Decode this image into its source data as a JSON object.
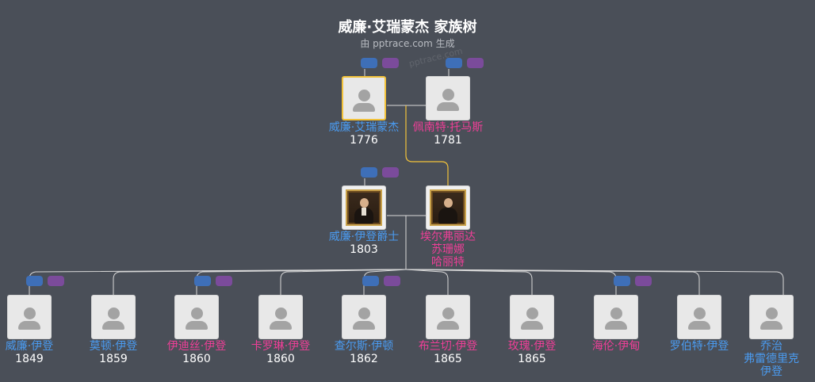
{
  "header": {
    "title": "威廉·艾瑞蒙杰 家族树",
    "subtitle": "由 pptrace.com 生成",
    "watermark": "pptrace.com"
  },
  "colors": {
    "background": "#4a4f58",
    "male": "#4a9bf0",
    "female": "#ee3f97",
    "selected_border": "#f2c23a",
    "line": "#d9d9d9",
    "couple_line": "#f2c23a",
    "badge_blue": "#3e6fb8",
    "badge_purple": "#7b4b9b"
  },
  "people": [
    {
      "id": "p1",
      "name": "威廉·艾瑞蒙杰",
      "year": "1776",
      "gender": "male",
      "photo": "placeholder",
      "selected": true
    },
    {
      "id": "p2",
      "name": "佩南特·托马斯",
      "year": "1781",
      "gender": "female",
      "photo": "placeholder",
      "selected": false
    },
    {
      "id": "p3",
      "name": "威廉·伊登爵士",
      "year": "1803",
      "gender": "male",
      "photo": "portrait",
      "selected": false
    },
    {
      "id": "p4",
      "name": "埃尔弗丽达\n苏珊娜\n哈丽特",
      "year": "",
      "gender": "female",
      "photo": "portrait",
      "selected": false
    },
    {
      "id": "c1",
      "name": "威廉·伊登",
      "year": "1849",
      "gender": "male",
      "photo": "placeholder",
      "selected": false
    },
    {
      "id": "c2",
      "name": "莫顿·伊登",
      "year": "1859",
      "gender": "male",
      "photo": "placeholder",
      "selected": false
    },
    {
      "id": "c3",
      "name": "伊迪丝·伊登",
      "year": "1860",
      "gender": "female",
      "photo": "placeholder",
      "selected": false
    },
    {
      "id": "c4",
      "name": "卡罗琳·伊登",
      "year": "1860",
      "gender": "female",
      "photo": "placeholder",
      "selected": false
    },
    {
      "id": "c5",
      "name": "查尔斯·伊顿",
      "year": "1862",
      "gender": "male",
      "photo": "placeholder",
      "selected": false
    },
    {
      "id": "c6",
      "name": "布兰切·伊登",
      "year": "1865",
      "gender": "female",
      "photo": "placeholder",
      "selected": false
    },
    {
      "id": "c7",
      "name": "玫瑰·伊登",
      "year": "1865",
      "gender": "female",
      "photo": "placeholder",
      "selected": false
    },
    {
      "id": "c8",
      "name": "海伦·伊甸",
      "year": "",
      "gender": "female",
      "photo": "placeholder",
      "selected": false
    },
    {
      "id": "c9",
      "name": "罗伯特·伊登",
      "year": "",
      "gender": "male",
      "photo": "placeholder",
      "selected": false
    },
    {
      "id": "c10",
      "name": "乔治\n弗雷德里克\n伊登",
      "year": "",
      "gender": "male",
      "photo": "placeholder",
      "selected": false
    }
  ],
  "badge_groups": [
    "p1",
    "p2",
    "p3",
    "c1",
    "c3",
    "c5",
    "c8"
  ]
}
